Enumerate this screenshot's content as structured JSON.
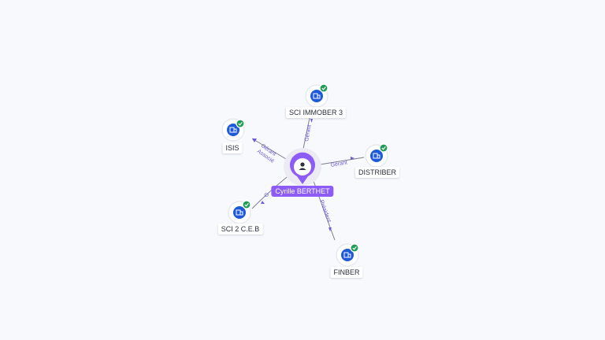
{
  "center": {
    "label": "Cyrille BERTHET",
    "icon": "person-icon"
  },
  "companies": [
    {
      "id": "isis",
      "label": "ISIS",
      "role": "Gérant",
      "role2": "Associé",
      "icon": "building-icon",
      "status": "verified-check"
    },
    {
      "id": "sci-immober-3",
      "label": "SCI IMMOBER 3",
      "role": "Gérant",
      "icon": "building-icon",
      "status": "verified-check"
    },
    {
      "id": "distriber",
      "label": "DISTRIBER",
      "role": "Gérant",
      "icon": "building-icon",
      "status": "verified-check"
    },
    {
      "id": "sci-2-ceb",
      "label": "SCI 2 C.E.B",
      "role": "G",
      "icon": "building-icon",
      "status": "verified-check"
    },
    {
      "id": "finber",
      "label": "FINBER",
      "role": "Président",
      "icon": "building-icon",
      "status": "verified-check"
    }
  ],
  "colors": {
    "center": "#8d5cf6",
    "node": "#1e5ad8",
    "badge": "#1f9d55",
    "edge_label": "#6b5bd6"
  }
}
